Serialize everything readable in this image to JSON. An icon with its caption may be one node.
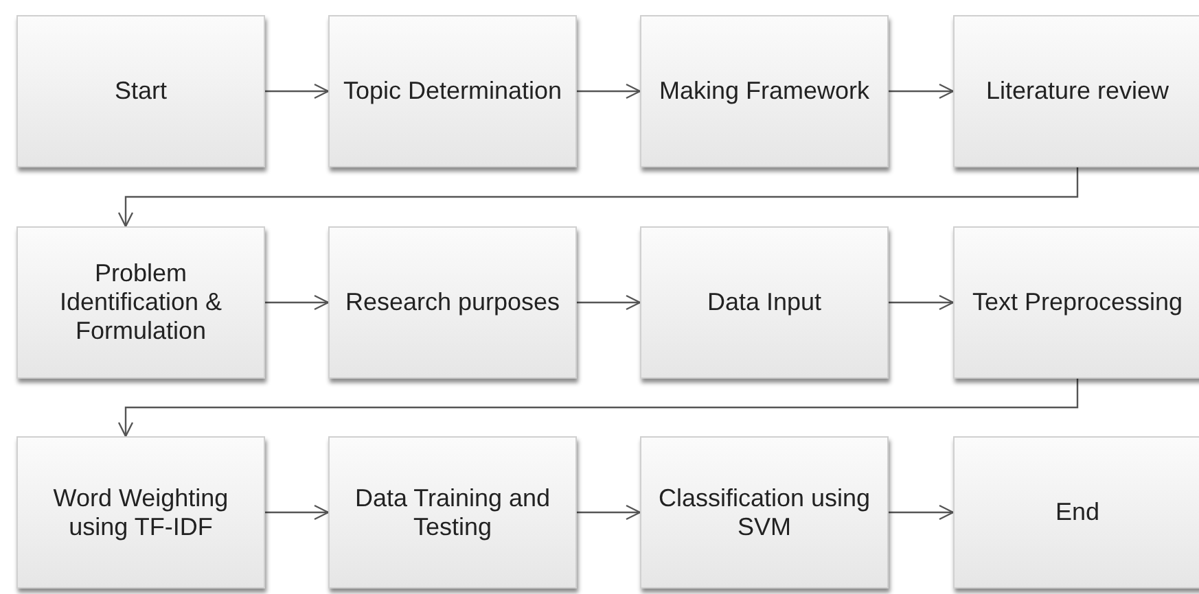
{
  "diagram": {
    "nodes": [
      {
        "text": [
          "Start"
        ]
      },
      {
        "text": [
          "Topic Determination"
        ]
      },
      {
        "text": [
          "Making Framework"
        ]
      },
      {
        "text": [
          "Literature review"
        ]
      },
      {
        "text": [
          "Problem Identification & Formulation"
        ]
      },
      {
        "text": [
          "Research purposes"
        ]
      },
      {
        "text": [
          "Data Input"
        ]
      },
      {
        "text": [
          "Text Preprocessing"
        ]
      },
      {
        "text": [
          "Word Weighting using TF-IDF"
        ]
      },
      {
        "text": [
          "Data Training and Testing"
        ]
      },
      {
        "text": [
          "Classification using SVM"
        ]
      },
      {
        "text": [
          "End"
        ]
      }
    ],
    "edges": [
      {
        "from": 0,
        "to": 1,
        "arrow": "to"
      },
      {
        "from": 1,
        "to": 2,
        "arrow": "to"
      },
      {
        "from": 2,
        "to": 3,
        "arrow": "to"
      },
      {
        "from": 3,
        "to": 4,
        "arrow": "to"
      },
      {
        "from": 4,
        "to": 5,
        "arrow": "to"
      },
      {
        "from": 5,
        "to": 6,
        "arrow": "to"
      },
      {
        "from": 6,
        "to": 7,
        "arrow": "to"
      },
      {
        "from": 7,
        "to": 8,
        "arrow": "to"
      },
      {
        "from": 8,
        "to": 9,
        "arrow": "to"
      },
      {
        "from": 9,
        "to": 10,
        "arrow": "to"
      },
      {
        "from": 10,
        "to": 11,
        "arrow": "to"
      }
    ]
  }
}
